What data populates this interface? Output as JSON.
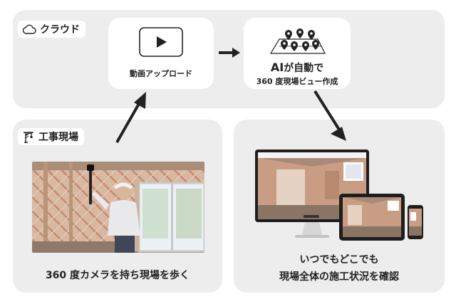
{
  "cloud": {
    "label": "クラウド",
    "icon": "cloud-icon",
    "upload": {
      "label": "動画アップロード",
      "icon": "play-button-icon"
    },
    "ai": {
      "line1_strong": "AI",
      "line1_rest": "が自動で",
      "line2": "360 度現場ビュー作成",
      "icon": "map-pins-icon"
    }
  },
  "site": {
    "label": "工事現場",
    "icon": "crane-icon",
    "caption": "360 度カメラを持ち現場を歩く"
  },
  "view": {
    "caption_line1": "いつでもどこでも",
    "caption_line2": "現場全体の施工状況を確認"
  },
  "colors": {
    "panel": "#ededed",
    "card": "#ffffff",
    "arrow": "#222222",
    "text": "#222222"
  }
}
